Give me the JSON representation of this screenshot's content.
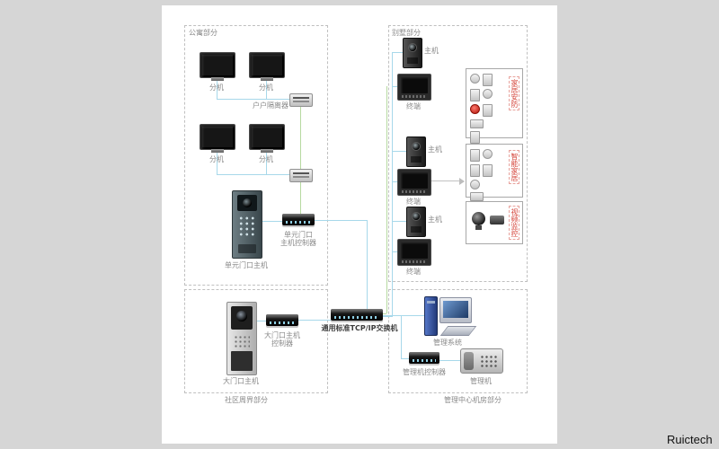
{
  "watermark": "Ruictech",
  "colors": {
    "line_cyan": "#a7d8ea",
    "line_green": "#b6d9a0",
    "label_red": "#d4443a"
  },
  "sections": {
    "apartment": "公寓部分",
    "villa": "别墅部分",
    "perimeter": "社区周界部分",
    "center": "管理中心机房部分"
  },
  "labels": {
    "extension": "分机",
    "isolator": "户户隔离器",
    "unit_door_station": "单元门口主机",
    "unit_ctrl_line1": "单元门口",
    "unit_ctrl_line2": "主机控制器",
    "outdoor_host": "主机",
    "terminal": "终端",
    "home_security": "家居安防",
    "smart_home": "智能家居",
    "video_monitor": "视频监控",
    "switch": "通用标准TCP/IP交换机",
    "gate_station": "大门口主机",
    "gate_ctrl_line1": "大门口主机",
    "gate_ctrl_line2": "控制器",
    "mgmt_system": "管理系统",
    "mgmt_ctrl": "管理机控制器",
    "mgmt_phone": "管理机"
  }
}
